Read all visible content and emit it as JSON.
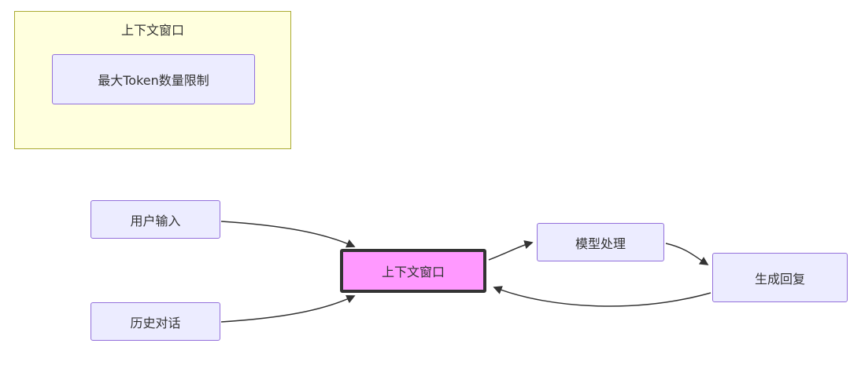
{
  "diagram": {
    "type": "flowchart",
    "subgraph": {
      "title": "上下文窗口",
      "inner_node": {
        "label": "最大Token数量限制"
      }
    },
    "nodes": {
      "user_input": {
        "label": "用户输入"
      },
      "history": {
        "label": "历史对话"
      },
      "context_window": {
        "label": "上下文窗口",
        "highlighted": true
      },
      "model_process": {
        "label": "模型处理"
      },
      "reply": {
        "label": "生成回复"
      }
    },
    "edges": [
      {
        "from": "用户输入",
        "to": "上下文窗口"
      },
      {
        "from": "历史对话",
        "to": "上下文窗口"
      },
      {
        "from": "上下文窗口",
        "to": "模型处理"
      },
      {
        "from": "模型处理",
        "to": "生成回复"
      },
      {
        "from": "生成回复",
        "to": "上下文窗口"
      }
    ],
    "colors": {
      "background": "#FFFFFF",
      "node_fill": "#ECECFF",
      "node_border": "#9370DB",
      "subgraph_fill": "#FFFFDE",
      "subgraph_border": "#AAAA33",
      "highlight_fill": "#FF99FF",
      "highlight_border": "#333333",
      "edge_stroke": "#333333",
      "text": "#333333"
    }
  }
}
